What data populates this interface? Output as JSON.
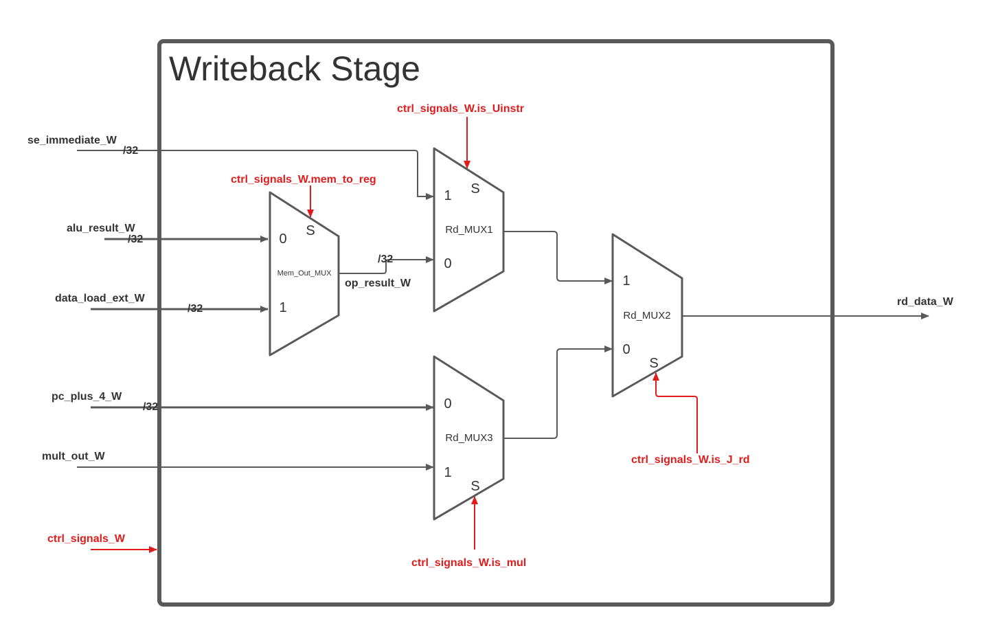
{
  "title": "Writeback Stage",
  "inputs": {
    "se_immediate": "se_immediate_W",
    "alu_result": "alu_result_W",
    "data_load_ext": "data_load_ext_W",
    "pc_plus_4": "pc_plus_4_W",
    "mult_out": "mult_out_W",
    "ctrl_signals": "ctrl_signals_W"
  },
  "output": "rd_data_W",
  "intermediate": "op_result_W",
  "bus_width": "/32",
  "muxes": {
    "mem_out": {
      "name": "Mem_Out_MUX",
      "in0": "0",
      "in1": "1",
      "sel": "S",
      "ctrl": "ctrl_signals_W.mem_to_reg"
    },
    "rd1": {
      "name": "Rd_MUX1",
      "in0": "0",
      "in1": "1",
      "sel": "S",
      "ctrl": "ctrl_signals_W.is_Uinstr"
    },
    "rd2": {
      "name": "Rd_MUX2",
      "in0": "0",
      "in1": "1",
      "sel": "S",
      "ctrl": "ctrl_signals_W.is_J_rd"
    },
    "rd3": {
      "name": "Rd_MUX3",
      "in0": "0",
      "in1": "1",
      "sel": "S",
      "ctrl": "ctrl_signals_W.is_mul"
    }
  },
  "colors": {
    "wire": "#595959",
    "control": "#e21b1b",
    "text": "#333333"
  }
}
